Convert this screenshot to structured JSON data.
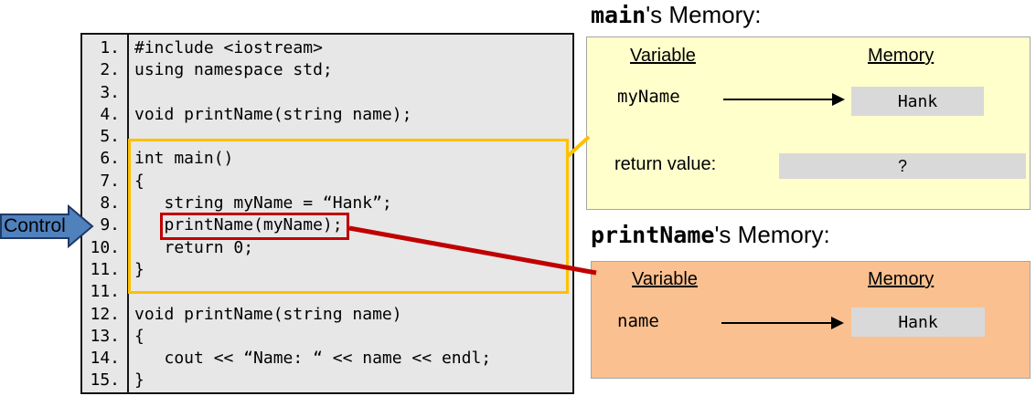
{
  "control_arrow": {
    "label": "Control"
  },
  "code_panel": {
    "lines": [
      {
        "num": "1.",
        "text": "#include <iostream>"
      },
      {
        "num": "2.",
        "text": "using namespace std;"
      },
      {
        "num": "3.",
        "text": ""
      },
      {
        "num": "4.",
        "text": "void printName(string name);"
      },
      {
        "num": "5.",
        "text": ""
      },
      {
        "num": "6.",
        "text": "int main()"
      },
      {
        "num": "7.",
        "text": "{"
      },
      {
        "num": "8.",
        "text": "   string myName = “Hank”;"
      },
      {
        "num": "9.",
        "text": "   printName(myName);"
      },
      {
        "num": "10.",
        "text": "   return 0;"
      },
      {
        "num": "11.",
        "text": "}"
      },
      {
        "num": "11.",
        "text": ""
      },
      {
        "num": "12.",
        "text": "void printName(string name)"
      },
      {
        "num": "13.",
        "text": "{"
      },
      {
        "num": "14.",
        "text": "   cout << “Name: “ << name << endl;"
      },
      {
        "num": "15.",
        "text": "}"
      }
    ]
  },
  "main_memory": {
    "title_name": "main",
    "title_suffix": "'s Memory:",
    "headers": {
      "variable": "Variable",
      "memory": "Memory"
    },
    "rows": [
      {
        "label": "myName",
        "value": "Hank"
      },
      {
        "label": "return value:",
        "value": "?"
      }
    ]
  },
  "printname_memory": {
    "title_name": "printName",
    "title_suffix": "'s Memory:",
    "headers": {
      "variable": "Variable",
      "memory": "Memory"
    },
    "rows": [
      {
        "label": "name",
        "value": "Hank"
      }
    ]
  },
  "colors": {
    "code_panel_bg": "#e7e7e7",
    "main_memory_bg": "#ffffcc",
    "printname_memory_bg": "#fac090",
    "value_box_bg": "#d9d9d9",
    "scope_highlight": "#ffc000",
    "call_highlight": "#c00000",
    "control_arrow_fill": "#4f81bd"
  }
}
